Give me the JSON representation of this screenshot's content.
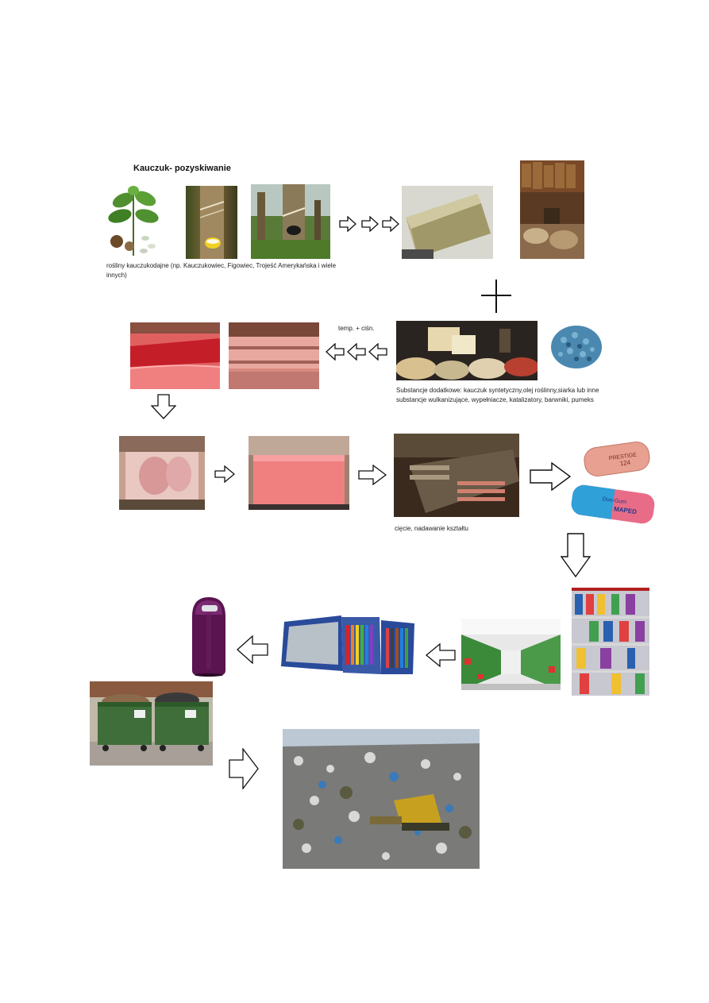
{
  "title": "Kauczuk- pozyskiwanie",
  "captions": {
    "plants": "rośliny kauczukodajne (np. Kauczukowiec, Figowiec, Trojeść Amerykańska i wiele innych)",
    "temp": "temp. + ciśn.",
    "additives": "Substancje dodatkowe: kauczuk syntetyczny,olej roślinny,siarka lub inne substancje wulkanizujące, wypełniacze, katalizatory, barwniki, pumeks",
    "cutting": "cięcie, nadawanie kształtu"
  },
  "eraser_labels": {
    "eraser1_brand": "PRESTIGE",
    "eraser1_number": "124",
    "eraser2_brand": "Duo-Gum",
    "eraser2_logo": "MAPED"
  },
  "colors": {
    "arrow_stroke": "#111111",
    "arrow_fill": "#ffffff",
    "bin_purple": "#5a1450",
    "bin_green": "#3f6e3a",
    "rubber_red": "#c4202a",
    "eraser_pink": "#e86c88",
    "eraser_blue": "#2fa0d8"
  },
  "icons": [
    "leaf-icon",
    "tree-icon",
    "arrow-right-icon",
    "arrow-left-icon",
    "arrow-down-icon",
    "plus-icon",
    "trash-bin-icon"
  ]
}
